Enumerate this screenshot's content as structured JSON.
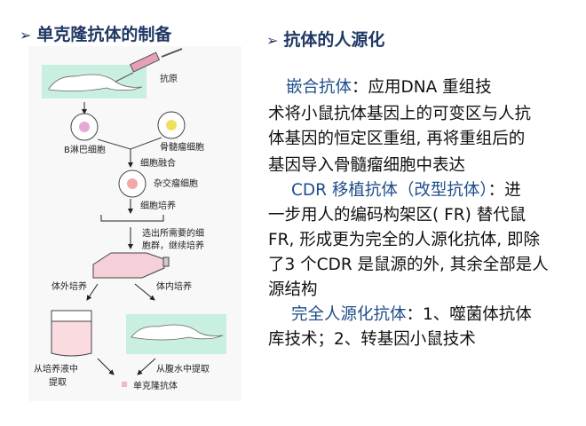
{
  "left": {
    "title": "单克隆抗体的制备",
    "diagram": {
      "antigen": "抗原",
      "b_cell": "B淋巴细胞",
      "myeloma": "骨髓瘤细胞",
      "fusion": "细胞融合",
      "hybridoma": "杂交瘤细胞",
      "culture": "细胞培养",
      "select_1": "选出所需要的细",
      "select_2": "胞群，继续培养",
      "in_vitro": "体外培养",
      "in_vivo": "体内培养",
      "extract_medium_1": "从培养液中",
      "extract_medium_2": "提取",
      "extract_ascites": "从腹水中提取",
      "product": "单克隆抗体"
    }
  },
  "right": {
    "title": "抗体的人源化",
    "p1_head": "嵌合抗体",
    "p1_l0": "：应用DNA 重组技",
    "p1_l1": "术将小鼠抗体基因上的可变区与人抗",
    "p1_l2": "体基因的恒定区重组, 再将重组后的",
    "p1_l3": "基因导入骨髓瘤细胞中表达",
    "p2_head": "CDR 移植抗体（改型抗体）",
    "p2_l0": "：进",
    "p2_l1": "一步用人的编码构架区( FR)  替代鼠",
    "p2_l2": "FR, 形成更为完全的人源化抗体, 即除",
    "p2_l3": "了3 个CDR 是鼠源的外, 其余全部是人",
    "p2_l4": "源结构",
    "p3_head": "完全人源化抗体",
    "p3_l0": "：1、噬菌体抗体",
    "p3_l1": "库技术；2、转基因小鼠技术"
  },
  "colors": {
    "title": "#1f3864",
    "highlight": "#1f4e89",
    "mint": "#c9efe0",
    "pink": "#f2b8c6"
  }
}
